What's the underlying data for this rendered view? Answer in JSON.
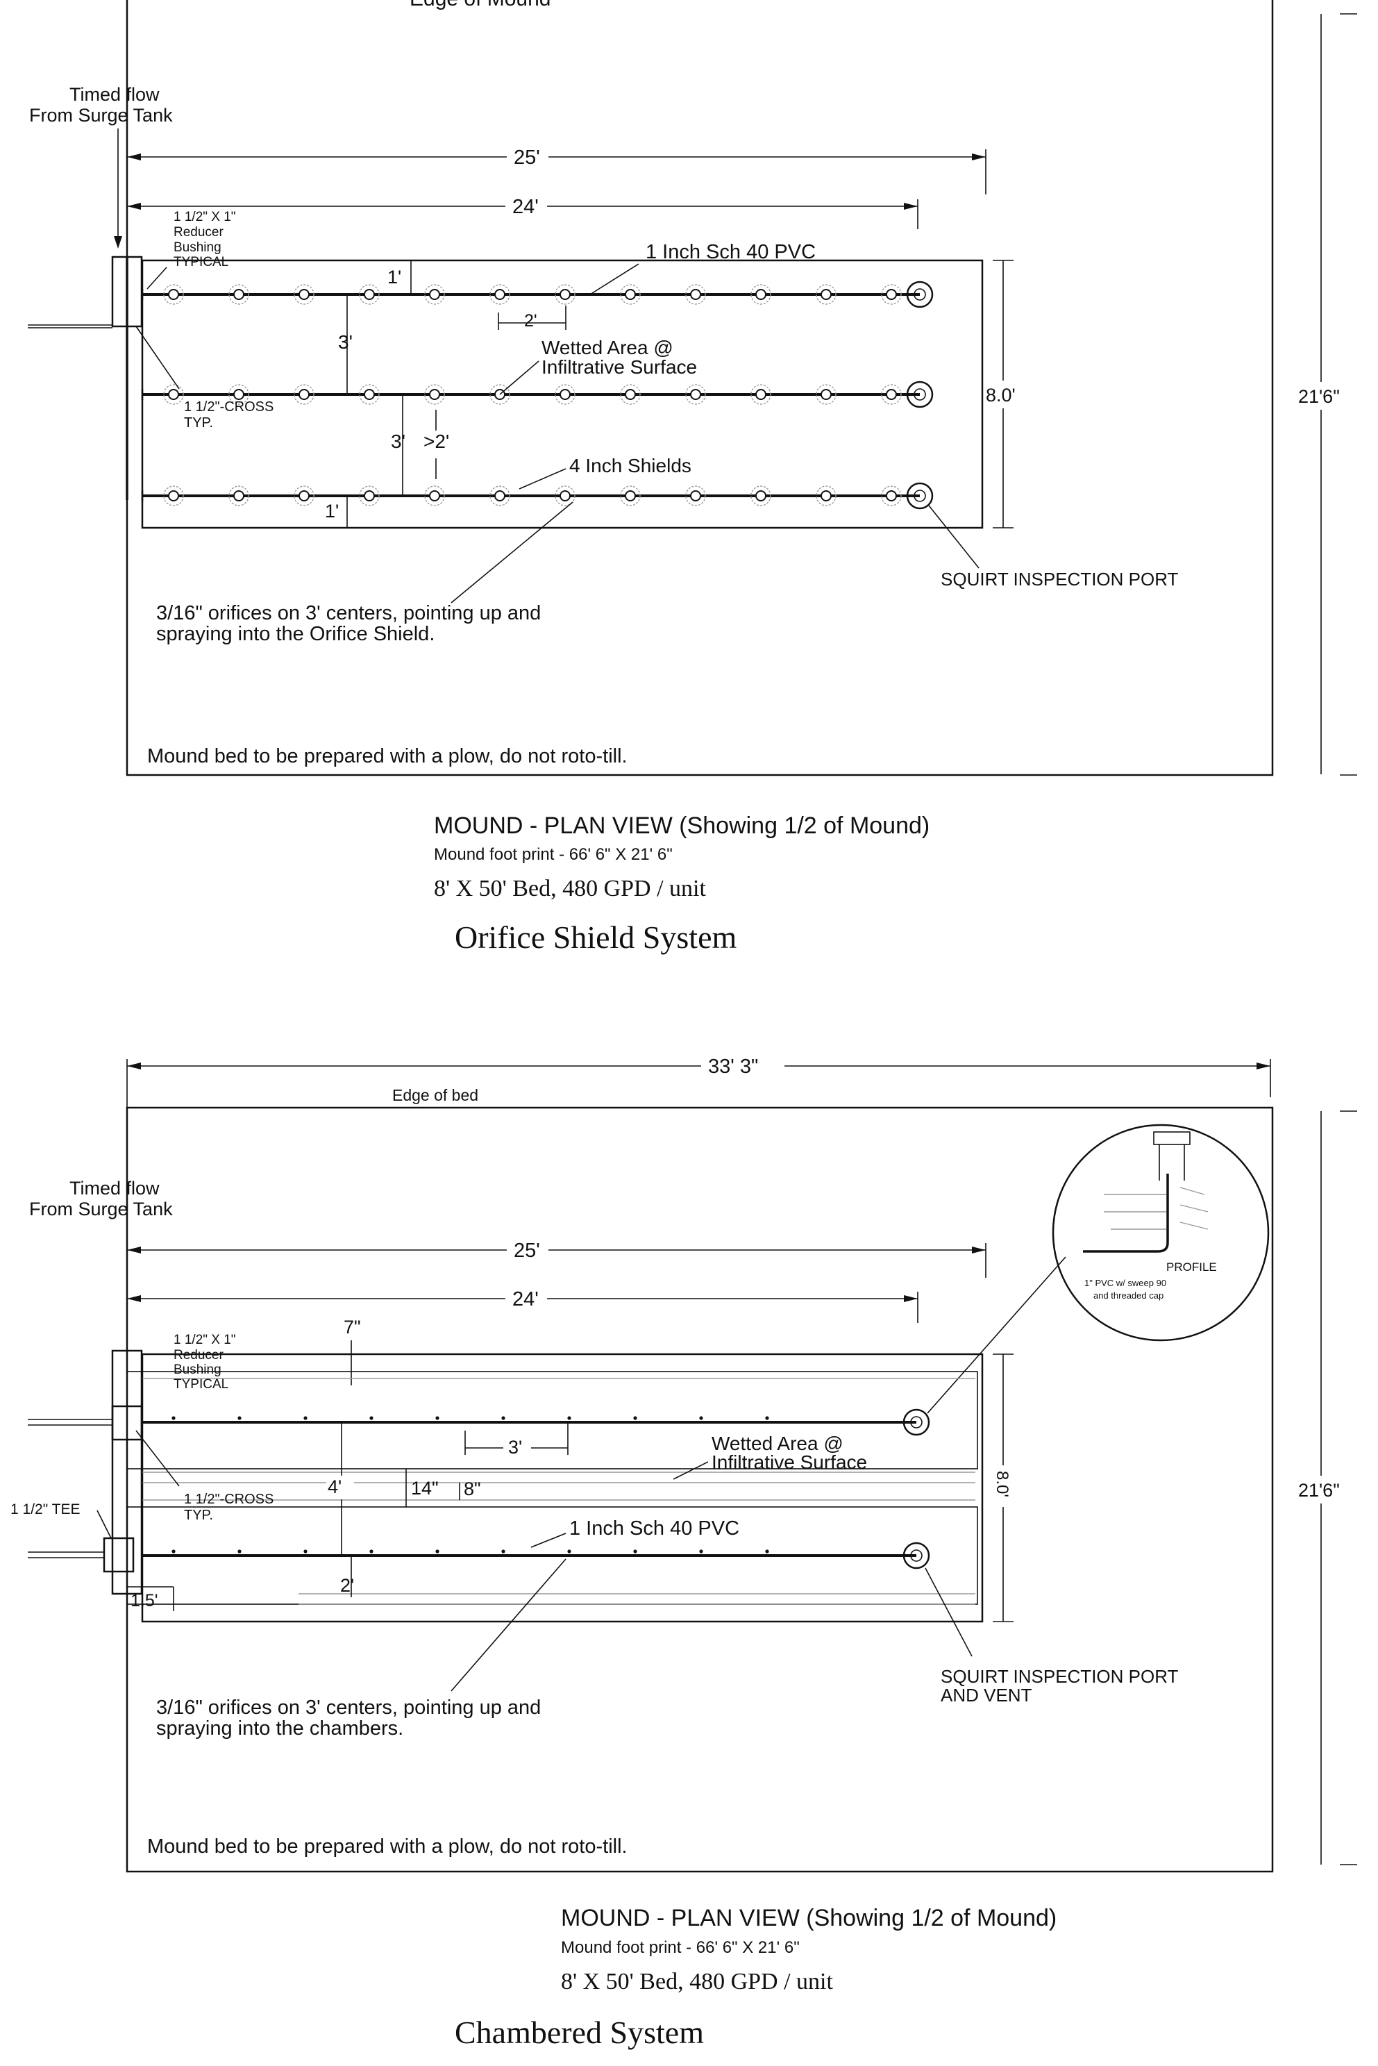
{
  "colors": {
    "ink": "#111111",
    "background": "#ffffff",
    "wetted": "#999999"
  },
  "top": {
    "edge_label": "Edge of Mound",
    "timed_flow_line1": "Timed flow",
    "timed_flow_line2": "From Surge Tank",
    "dim_25": "25'",
    "dim_24": "24'",
    "reducer_line1": "1 1/2\" X 1\"",
    "reducer_line2": "Reducer",
    "reducer_line3": "Bushing",
    "reducer_line4": "TYPICAL",
    "pipe_label": "1 Inch Sch 40 PVC",
    "dim_1_top": "1'",
    "dim_2": "2'",
    "dim_3a": "3'",
    "wetted_line1": "Wetted Area @",
    "wetted_line2": "Infiltrative Surface",
    "dim_8": "8.0'",
    "dim_21_6": "21'6\"",
    "cross_line1": "1 1/2\"-CROSS",
    "cross_line2": "TYP.",
    "dim_3b": "3'",
    "dim_gt2": ">2'",
    "shields_label": "4 Inch Shields",
    "dim_1_bottom": "1'",
    "squirt_label": "SQUIRT INSPECTION PORT",
    "orifice_line1": "3/16\" orifices on 3' centers,  pointing up and",
    "orifice_line2": "spraying into the Orifice Shield.",
    "plow_note": "Mound bed to be prepared with a plow,  do not roto-till.",
    "caption_title": "MOUND  -  PLAN VIEW (Showing 1/2 of Mound)",
    "caption_footprint": "Mound foot print - 66' 6\"  X  21' 6\"",
    "caption_bed": "8' X 50' Bed,  480 GPD / unit",
    "system_name": "Orifice Shield System"
  },
  "bottom": {
    "dim_33": "33' 3\"",
    "edge_label": "Edge of bed",
    "timed_flow_line1": "Timed flow",
    "timed_flow_line2": "From Surge Tank",
    "dim_25": "25'",
    "dim_24": "24'",
    "profile_label": "PROFILE",
    "profile_desc1": "1\" PVC w/ sweep 90",
    "profile_desc2": "and threaded cap",
    "dim_7": "7\"",
    "reducer_line1": "1 1/2\" X 1\"",
    "reducer_line2": "Reducer",
    "reducer_line3": "Bushing",
    "reducer_line4": "TYPICAL",
    "dim_3": "3'",
    "wetted_line1": "Wetted Area @",
    "wetted_line2": "Infiltrative Surface",
    "tee_label": "1 1/2\" TEE",
    "cross_line1": "1 1/2\"-CROSS",
    "cross_line2": "TYP.",
    "dim_4": "4'",
    "dim_14": "14\"",
    "dim_8in": "8\"",
    "dim_8ft": "8.0'",
    "dim_21_6": "21'6\"",
    "pipe_label": "1 Inch Sch 40 PVC",
    "dim_1_5": "1.5'",
    "dim_2": "2'",
    "squirt_line1": "SQUIRT INSPECTION PORT",
    "squirt_line2": "AND VENT",
    "orifice_line1": "3/16\" orifices on 3' centers,  pointing up and",
    "orifice_line2": "spraying into the chambers.",
    "plow_note": "Mound bed to be prepared with a plow,  do not roto-till.",
    "caption_title": "MOUND  -  PLAN VIEW (Showing 1/2 of Mound)",
    "caption_footprint": "Mound foot print - 66' 6\"  X  21' 6\"",
    "caption_bed": "8' X 50' Bed,  480 GPD / unit",
    "system_name": "Chambered System"
  }
}
